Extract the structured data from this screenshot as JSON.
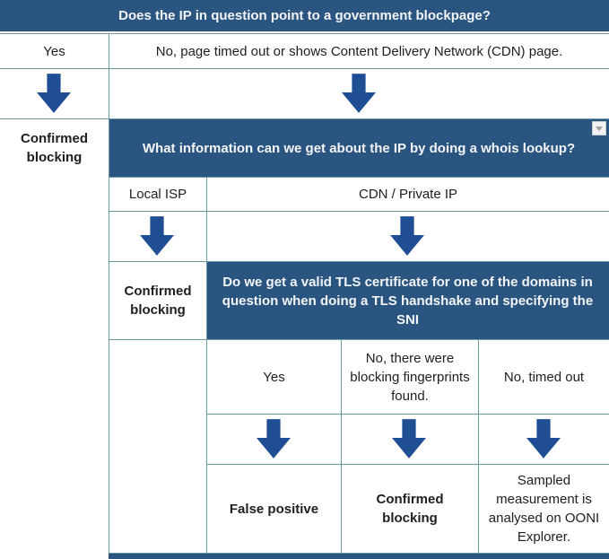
{
  "colors": {
    "header_bg": "#2a5580",
    "arrow": "#1f4e94",
    "border": "#6b99a4",
    "cell_text": "#202020",
    "header_text": "#f3f5f7",
    "icon_bg": "#f1f1f1",
    "icon_border": "#c9c9c9",
    "icon_glyph": "#9e9e9e"
  },
  "icons": {
    "filter_dropdown": "▼",
    "down_arrow": "⬇"
  },
  "flow": {
    "q1": "Does the IP in question point to a government blockpage?",
    "a1_yes": "Yes",
    "a1_no": "No, page timed out or shows Content Delivery Network (CDN) page.",
    "outcome1": "Confirmed blocking",
    "q2": "What information can we get about the IP by doing a whois lookup?",
    "a2_local": "Local ISP",
    "a2_cdn": "CDN / Private IP",
    "outcome2": "Confirmed blocking",
    "q3": "Do we get a valid TLS certificate for one of the domains in question when doing a TLS handshake and specifying the SNI",
    "a3_yes": "Yes",
    "a3_fingerprints": "No, there were blocking fingerprints found.",
    "a3_timeout": "No, timed out",
    "outcome3_yes": "False positive",
    "outcome3_fingerprints": "Confirmed blocking",
    "outcome3_timeout": "Sampled measurement is analysed on OONI Explorer."
  }
}
